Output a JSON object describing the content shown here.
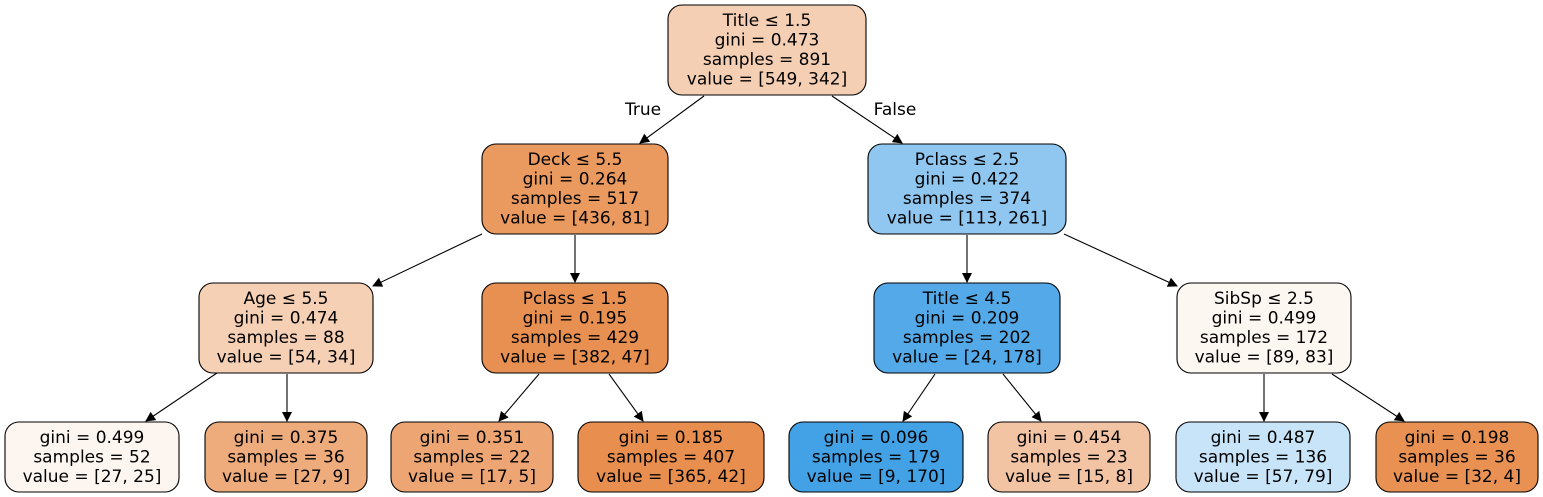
{
  "nodes": [
    {
      "id": "root",
      "lines": [
        "Title ≤ 1.5",
        "gini = 0.473",
        "samples = 891",
        "value = [549, 342]"
      ],
      "fill": "#f5cfb3"
    },
    {
      "id": "n1",
      "lines": [
        "Deck ≤ 5.5",
        "gini = 0.264",
        "samples = 517",
        "value = [436, 81]"
      ],
      "fill": "#ea9a5f"
    },
    {
      "id": "n2",
      "lines": [
        "Pclass ≤ 2.5",
        "gini = 0.422",
        "samples = 374",
        "value = [113, 261]"
      ],
      "fill": "#8fc7f0"
    },
    {
      "id": "n3",
      "lines": [
        "Age ≤ 5.5",
        "gini = 0.474",
        "samples = 88",
        "value = [54, 34]"
      ],
      "fill": "#f5d0b5"
    },
    {
      "id": "n4",
      "lines": [
        "Pclass ≤ 1.5",
        "gini = 0.195",
        "samples = 429",
        "value = [382, 47]"
      ],
      "fill": "#e89051"
    },
    {
      "id": "n5",
      "lines": [
        "Title ≤ 4.5",
        "gini = 0.209",
        "samples = 202",
        "value = [24, 178]"
      ],
      "fill": "#54aae9"
    },
    {
      "id": "n6",
      "lines": [
        "SibSp ≤ 2.5",
        "gini = 0.499",
        "samples = 172",
        "value = [89, 83]"
      ],
      "fill": "#fdf7f2"
    },
    {
      "id": "n7",
      "lines": [
        "gini = 0.499",
        "samples = 52",
        "value = [27, 25]"
      ],
      "fill": "#fdf6f0"
    },
    {
      "id": "n8",
      "lines": [
        "gini = 0.375",
        "samples = 36",
        "value = [27, 9]"
      ],
      "fill": "#eeab7b"
    },
    {
      "id": "n9",
      "lines": [
        "gini = 0.351",
        "samples = 22",
        "value = [17, 5]"
      ],
      "fill": "#eda673"
    },
    {
      "id": "n10",
      "lines": [
        "gini = 0.185",
        "samples = 407",
        "value = [365, 42]"
      ],
      "fill": "#e88f50"
    },
    {
      "id": "n11",
      "lines": [
        "gini = 0.096",
        "samples = 179",
        "value = [9, 170]"
      ],
      "fill": "#43a2e6"
    },
    {
      "id": "n12",
      "lines": [
        "gini = 0.454",
        "samples = 23",
        "value = [15, 8]"
      ],
      "fill": "#f3c4a3"
    },
    {
      "id": "n13",
      "lines": [
        "gini = 0.487",
        "samples = 136",
        "value = [57, 79]"
      ],
      "fill": "#c8e4f8"
    },
    {
      "id": "n14",
      "lines": [
        "gini = 0.198",
        "samples = 36",
        "value = [32, 4]"
      ],
      "fill": "#e89152"
    }
  ],
  "edges": [
    {
      "from": "root",
      "to": "n1",
      "label": "True"
    },
    {
      "from": "root",
      "to": "n2",
      "label": "False"
    },
    {
      "from": "n1",
      "to": "n3"
    },
    {
      "from": "n1",
      "to": "n4"
    },
    {
      "from": "n2",
      "to": "n5"
    },
    {
      "from": "n2",
      "to": "n6"
    },
    {
      "from": "n3",
      "to": "n7"
    },
    {
      "from": "n3",
      "to": "n8"
    },
    {
      "from": "n4",
      "to": "n9"
    },
    {
      "from": "n4",
      "to": "n10"
    },
    {
      "from": "n5",
      "to": "n11"
    },
    {
      "from": "n5",
      "to": "n12"
    },
    {
      "from": "n6",
      "to": "n13"
    },
    {
      "from": "n6",
      "to": "n14"
    }
  ]
}
